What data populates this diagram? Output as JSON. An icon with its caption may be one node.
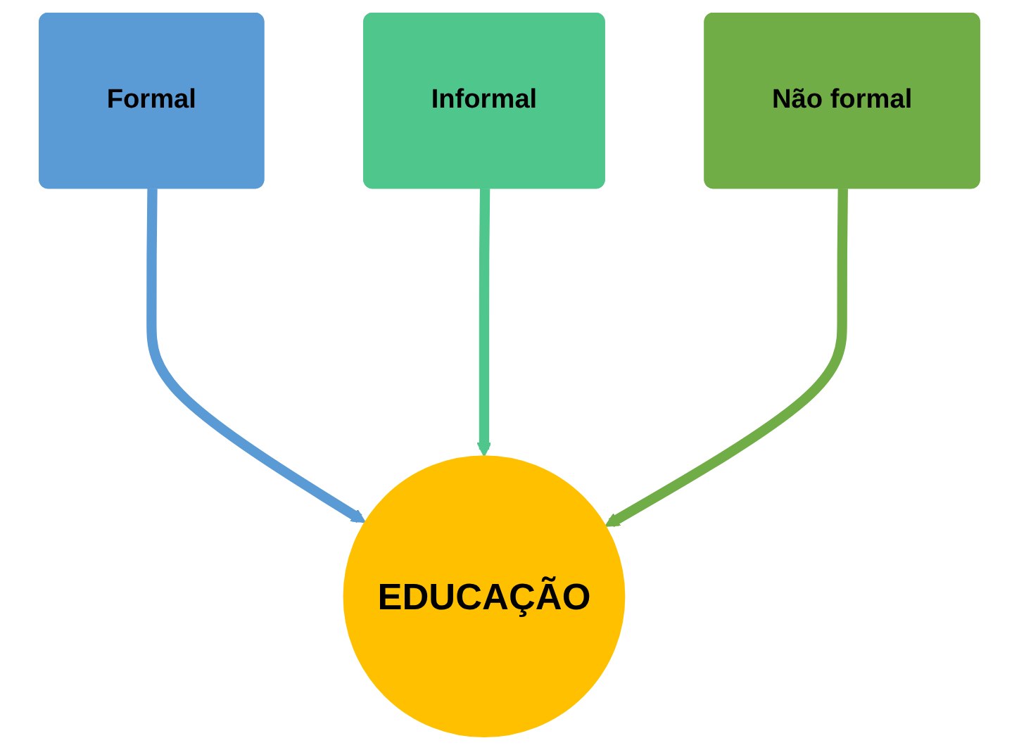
{
  "diagram": {
    "nodes": [
      {
        "text": [
          "Formal"
        ]
      },
      {
        "text": [
          "Informal"
        ]
      },
      {
        "text": [
          "Não formal"
        ]
      },
      {
        "text": [
          "EDUCAÇÃO"
        ]
      }
    ],
    "edges": [
      {
        "from": 0,
        "to": 3,
        "arrow": "to",
        "color": "#5b9bd5"
      },
      {
        "from": 1,
        "to": 3,
        "arrow": "to",
        "color": "#4fc68c"
      },
      {
        "from": 2,
        "to": 3,
        "arrow": "to",
        "color": "#70ad47"
      }
    ]
  }
}
